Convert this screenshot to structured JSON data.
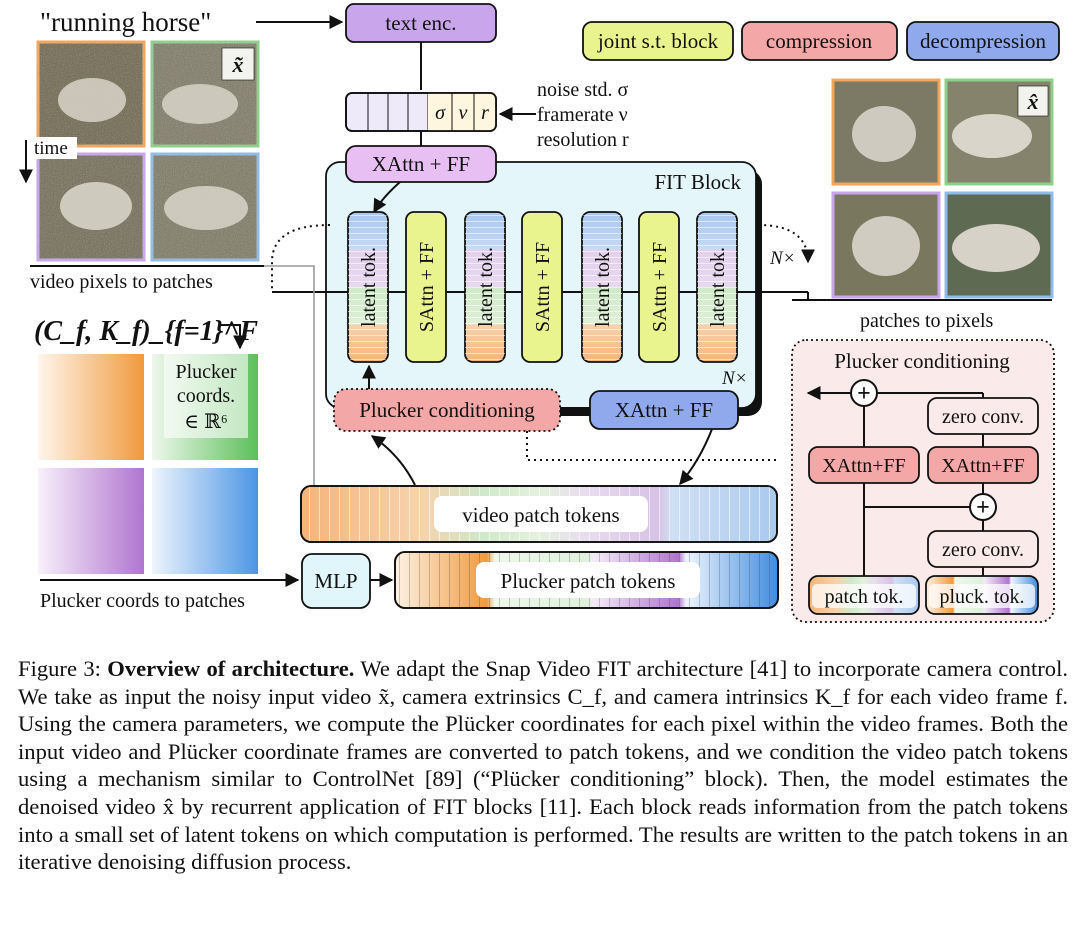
{
  "diagram": {
    "prompt": "\"running horse\"",
    "text_encoder": "text enc.",
    "legend": {
      "joint": "joint s.t. block",
      "compression": "compression",
      "decompression": "decompression"
    },
    "cond_cells": [
      "σ",
      "ν",
      "r"
    ],
    "cond_labels": [
      "noise std. σ",
      "framerate ν",
      "resolution r"
    ],
    "noisy_label": "x̃",
    "denoised_label": "x̂",
    "time_label": "time",
    "video_to_patches": "video pixels to patches",
    "patches_to_pixels": "patches to pixels",
    "camera_params": "(C_f, K_f)_{f=1}^F",
    "plucker_box_lines": [
      "Plucker",
      "coords.",
      "∈ ℝ⁶"
    ],
    "xattn_top": "XAttn + FF",
    "fit_block_title": "FIT Block",
    "latent_label": "latent tok.",
    "sattn_label": "SAttn + FF",
    "n_times": "N×",
    "plucker_cond_label": "Plucker conditioning",
    "xattn_bottom": "XAttn + FF",
    "video_tokens_label": "video patch tokens",
    "plucker_tokens_label": "Plucker patch tokens",
    "mlp_label": "MLP",
    "plucker_to_patches": "Plucker coords to patches",
    "detail": {
      "title": "Plucker conditioning",
      "zero_conv_top": "zero conv.",
      "xattn_left": "XAttn+FF",
      "xattn_right": "XAttn+FF",
      "zero_conv_bottom": "zero conv.",
      "patch_tok": "patch tok.",
      "pluck_tok": "pluck. tok.",
      "plus": "+"
    }
  },
  "colors": {
    "purple": "#c9a6ec",
    "yellow_green": "#eaf48f",
    "pink": "#f4a7a7",
    "blue": "#8fa9ec",
    "light_blue_bg": "#e5f6fb",
    "light_pink_bg": "#fbeaea",
    "orange": "#f2a65a",
    "green": "#8dd08a"
  },
  "caption": {
    "figure": "Figure 3:",
    "title": "Overview of architecture.",
    "body": "We adapt the Snap Video FIT architecture [41] to incorporate camera control. We take as input the noisy input video x̃, camera extrinsics C_f, and camera intrinsics K_f for each video frame f. Using the camera parameters, we compute the Plücker coordinates for each pixel within the video frames. Both the input video and Plücker coordinate frames are converted to patch tokens, and we condition the video patch tokens using a mechanism similar to ControlNet [89] (“Plücker conditioning” block). Then, the model estimates the denoised video x̂ by recurrent application of FIT blocks [11]. Each block reads information from the patch tokens into a small set of latent tokens on which computation is performed. The results are written to the patch tokens in an iterative denoising diffusion process."
  }
}
